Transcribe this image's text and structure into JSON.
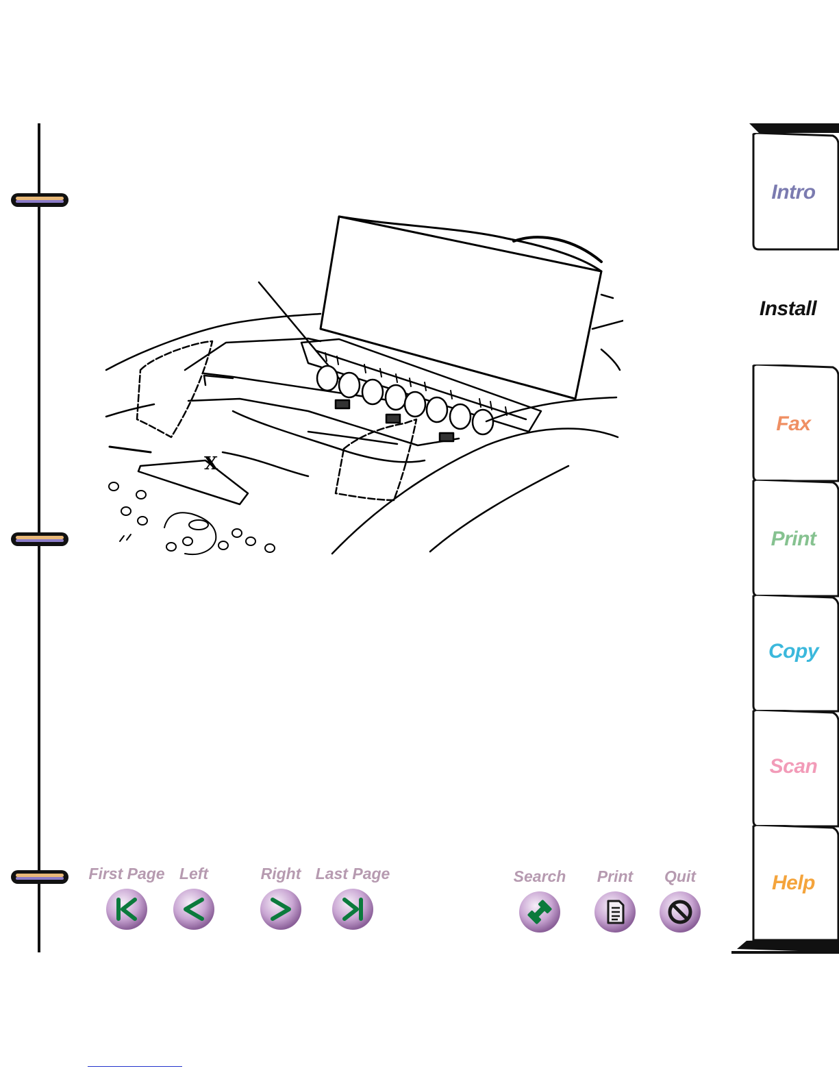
{
  "tabs": [
    {
      "label": "Intro",
      "color": "#7b7bb0"
    },
    {
      "label": "Install",
      "color": "#111111",
      "active": true
    },
    {
      "label": "Fax",
      "color": "#ef8f63"
    },
    {
      "label": "Print",
      "color": "#86c290"
    },
    {
      "label": "Copy",
      "color": "#3bb8dc"
    },
    {
      "label": "Scan",
      "color": "#f29bb8"
    },
    {
      "label": "Help",
      "color": "#f4a43c"
    }
  ],
  "nav": {
    "first_page": {
      "label": "First Page",
      "icon": "first-page-icon"
    },
    "left": {
      "label": "Left",
      "icon": "left-arrow-icon"
    },
    "right": {
      "label": "Right",
      "icon": "right-arrow-icon"
    },
    "last_page": {
      "label": "Last Page",
      "icon": "last-page-icon"
    },
    "search": {
      "label": "Search",
      "icon": "search-icon"
    },
    "print": {
      "label": "Print",
      "icon": "print-icon"
    },
    "quit": {
      "label": "Quit",
      "icon": "quit-icon"
    }
  },
  "colors": {
    "nav_label": "#b69ab0",
    "button_face": "#c9a6d3",
    "button_glyph": "#0b7a3c",
    "ring_gold": "#e8b878",
    "ring_purple": "#8b7bc8"
  }
}
